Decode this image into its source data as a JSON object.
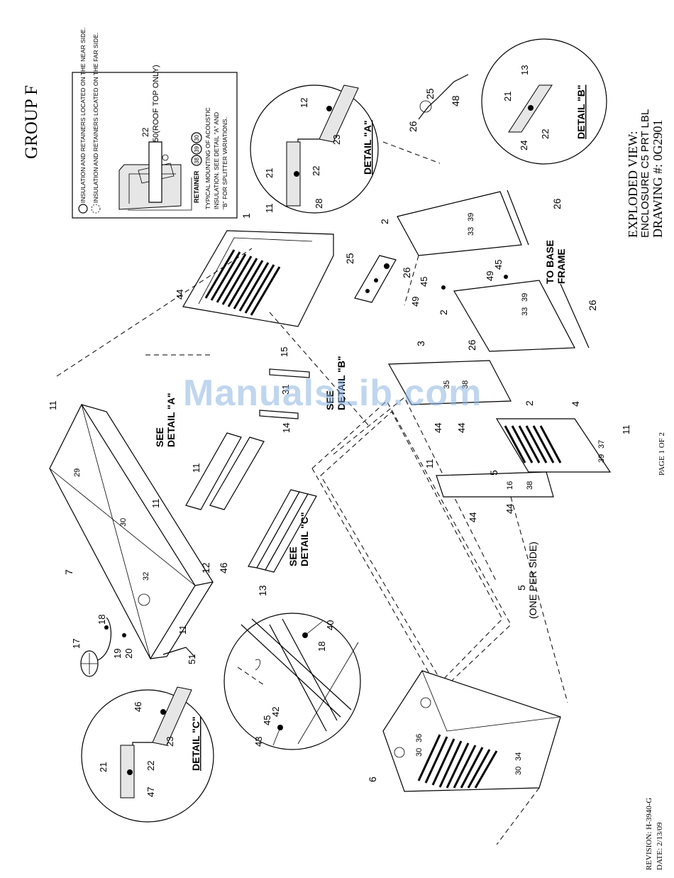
{
  "header": {
    "group": "GROUP F",
    "view_title": "EXPLODED VIEW:",
    "model": "ENCLOSURE C5 PRT LBL",
    "drawing_number": "DRAWING #: 0G2901",
    "page": "PAGE 1 OF 2",
    "revision": "REVISION: H-3940-G",
    "date": "DATE: 2/13/09"
  },
  "legend": {
    "near_side": "INSULATION AND RETAINERS LOCATED ON THE NEAR SIDE.",
    "far_side": "INSULATION AND RETAINERS LOCATED ON THE FAR SIDE.",
    "part_22": "22",
    "part_50": "50(ROOF TOP ONLY)",
    "retainer": "RETAINER",
    "retainer_nums": [
      "38",
      "39",
      "30"
    ],
    "note": "TYPICAL MOUNTING OF ACOUSTIC INSULATION. SEE DETAIL \"A\" AND \"B\" FOR SPLITTER VARIATIONS."
  },
  "details": {
    "a": {
      "title": "DETAIL \"A\"",
      "labels": [
        "12",
        "23",
        "21",
        "22",
        "28"
      ]
    },
    "b": {
      "title": "DETAIL \"B\"",
      "labels": [
        "13",
        "21",
        "22",
        "24"
      ]
    },
    "c": {
      "title": "DETAIL \"C\"",
      "labels": [
        "46",
        "23",
        "21",
        "22",
        "47"
      ]
    },
    "d": {
      "labels": [
        "40",
        "18",
        "42",
        "45",
        "43"
      ]
    }
  },
  "callouts": {
    "see_a": "SEE DETAIL \"A\"",
    "see_b": "SEE DETAIL \"B\"",
    "see_c": "SEE DETAIL \"C\"",
    "base_frame": "TO BASE FRAME",
    "one_per_side": "(ONE PER SIDE)",
    "parts": {
      "p7": "7",
      "p11a": "11",
      "p11b": "11",
      "p11c": "11",
      "p11d": "11",
      "p11e": "11",
      "p11f": "11",
      "p11g": "11",
      "p29": "29",
      "p30a": "30",
      "p32": "32",
      "p17": "17",
      "p18a": "18",
      "p19": "19",
      "p20": "20",
      "p51": "51",
      "p12": "12",
      "p46": "46",
      "p13": "13",
      "p15": "15",
      "p31": "31",
      "p14": "14",
      "p1": "1",
      "p44a": "44",
      "p44b": "44",
      "p44c": "44",
      "p44d": "44",
      "p44e": "44",
      "p2a": "2",
      "p2b": "2",
      "p2c": "2",
      "p33a": "33",
      "p39a": "39",
      "p33b": "33",
      "p39b": "39",
      "p26a": "26",
      "p26b": "26",
      "p26c": "26",
      "p26d": "26",
      "p26e": "26",
      "p25a": "25",
      "p25b": "25",
      "p45a": "45",
      "p45b": "45",
      "p49a": "49",
      "p49b": "49",
      "p48": "48",
      "p3": "3",
      "p35": "35",
      "p38a": "38",
      "p4": "4",
      "p39c": "39",
      "p37": "37",
      "p5a": "5",
      "p16": "16",
      "p38b": "38",
      "p5b": "5",
      "p6": "6",
      "p30b": "30",
      "p36": "36",
      "p30c": "30",
      "p34": "34"
    }
  },
  "watermark": "ManualsLib.com"
}
